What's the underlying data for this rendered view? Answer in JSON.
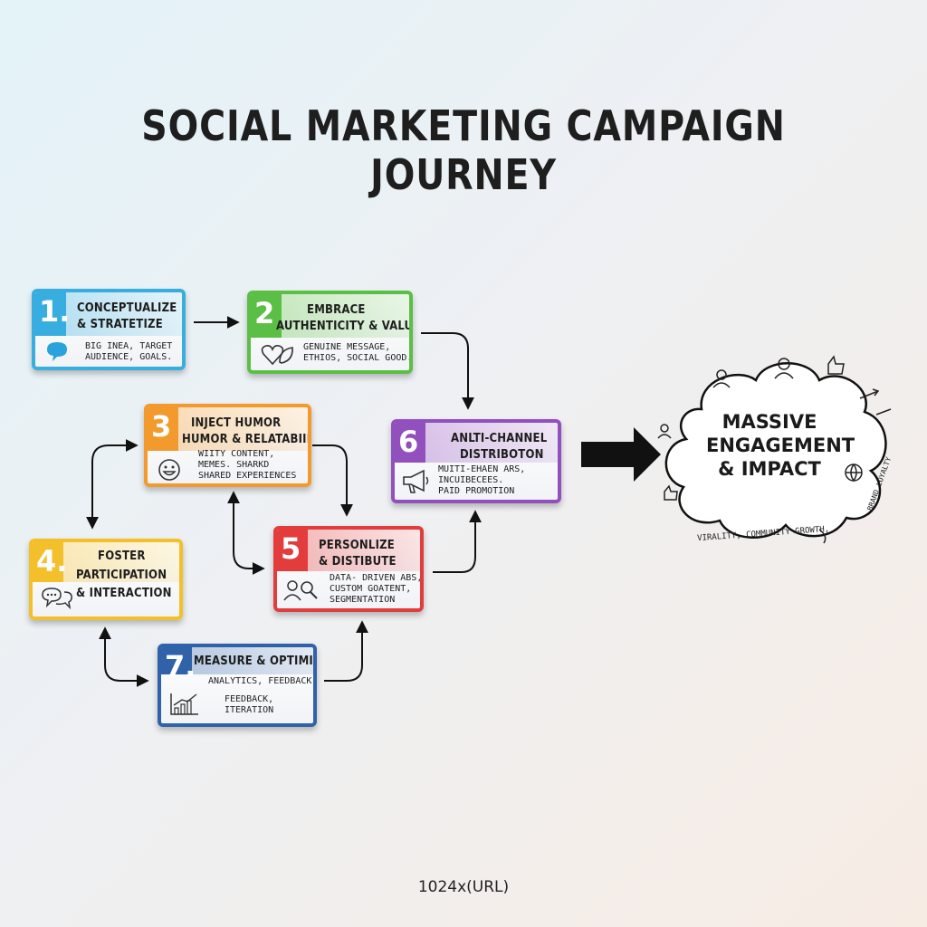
{
  "title": "SOCIAL MARKETING CAMPAIGN JOURNEY",
  "steps": [
    {
      "num": "1.",
      "h1": "CONCEPTUALIZE",
      "h2": "& STRATETIZE",
      "body": [
        "BIG INEA, TARGET",
        "AUDIENCE, GOALS."
      ],
      "color": "#38aee0",
      "icon": "speech-bubble-icon"
    },
    {
      "num": "2",
      "h1": "EMBRACE",
      "h2": "AUTHENTICITY & VALUES",
      "body": [
        "GENUINE MESSAGE,",
        "ETHIOS, SOCIAL GOOD."
      ],
      "color": "#5cbf45",
      "icon": "heart-leaf-icon"
    },
    {
      "num": "3",
      "h1": "INJECT HUMOR",
      "h2": "HUMOR & RELATABIILY",
      "body": [
        "WIITY CONTENT,",
        "MEMES. SHARKD",
        "SHARED EXPERIENCES"
      ],
      "color": "#f29a2e",
      "icon": "smiley-icon"
    },
    {
      "num": "4.",
      "h1": "FOSTER",
      "h2": "PARTICIPATION",
      "h3": "& INTERACTION",
      "body": [],
      "color": "#f3c02b",
      "icon": "chat-bubbles-icon"
    },
    {
      "num": "5",
      "h1": "PERSONLIZE",
      "h2": "& DISTIBUTE",
      "body": [
        "DATA- DRIVEN ABS,",
        "CUSTOM GOATENT,",
        "SEGMENTATION"
      ],
      "color": "#e23c3c",
      "icon": "audience-search-icon"
    },
    {
      "num": "6",
      "h1": "ANLTI-CHANNEL",
      "h2": "DISTRIBOTON",
      "body": [
        "MUITI-EHAEN ARS,",
        "INCUIBECEES.",
        "PAID PROMOTION"
      ],
      "color": "#9250be",
      "icon": "megaphone-icon"
    },
    {
      "num": "7.",
      "h1": "MEASURE & OPTIMIZE",
      "h2": "ANALYTICS, FEEDBACK,",
      "body": [
        "FEEDBACK,",
        "ITERATION"
      ],
      "color": "#2f62a8",
      "icon": "growth-chart-icon"
    }
  ],
  "outcome": {
    "title_lines": [
      "MASSIVE",
      "ENGAGEMENT",
      "& IMPACT"
    ],
    "caption": "VIRALITY, COMMUNITY GROWTH,",
    "side_caption": "BRAND LOYALTY"
  },
  "footer": "1024x(URL)"
}
